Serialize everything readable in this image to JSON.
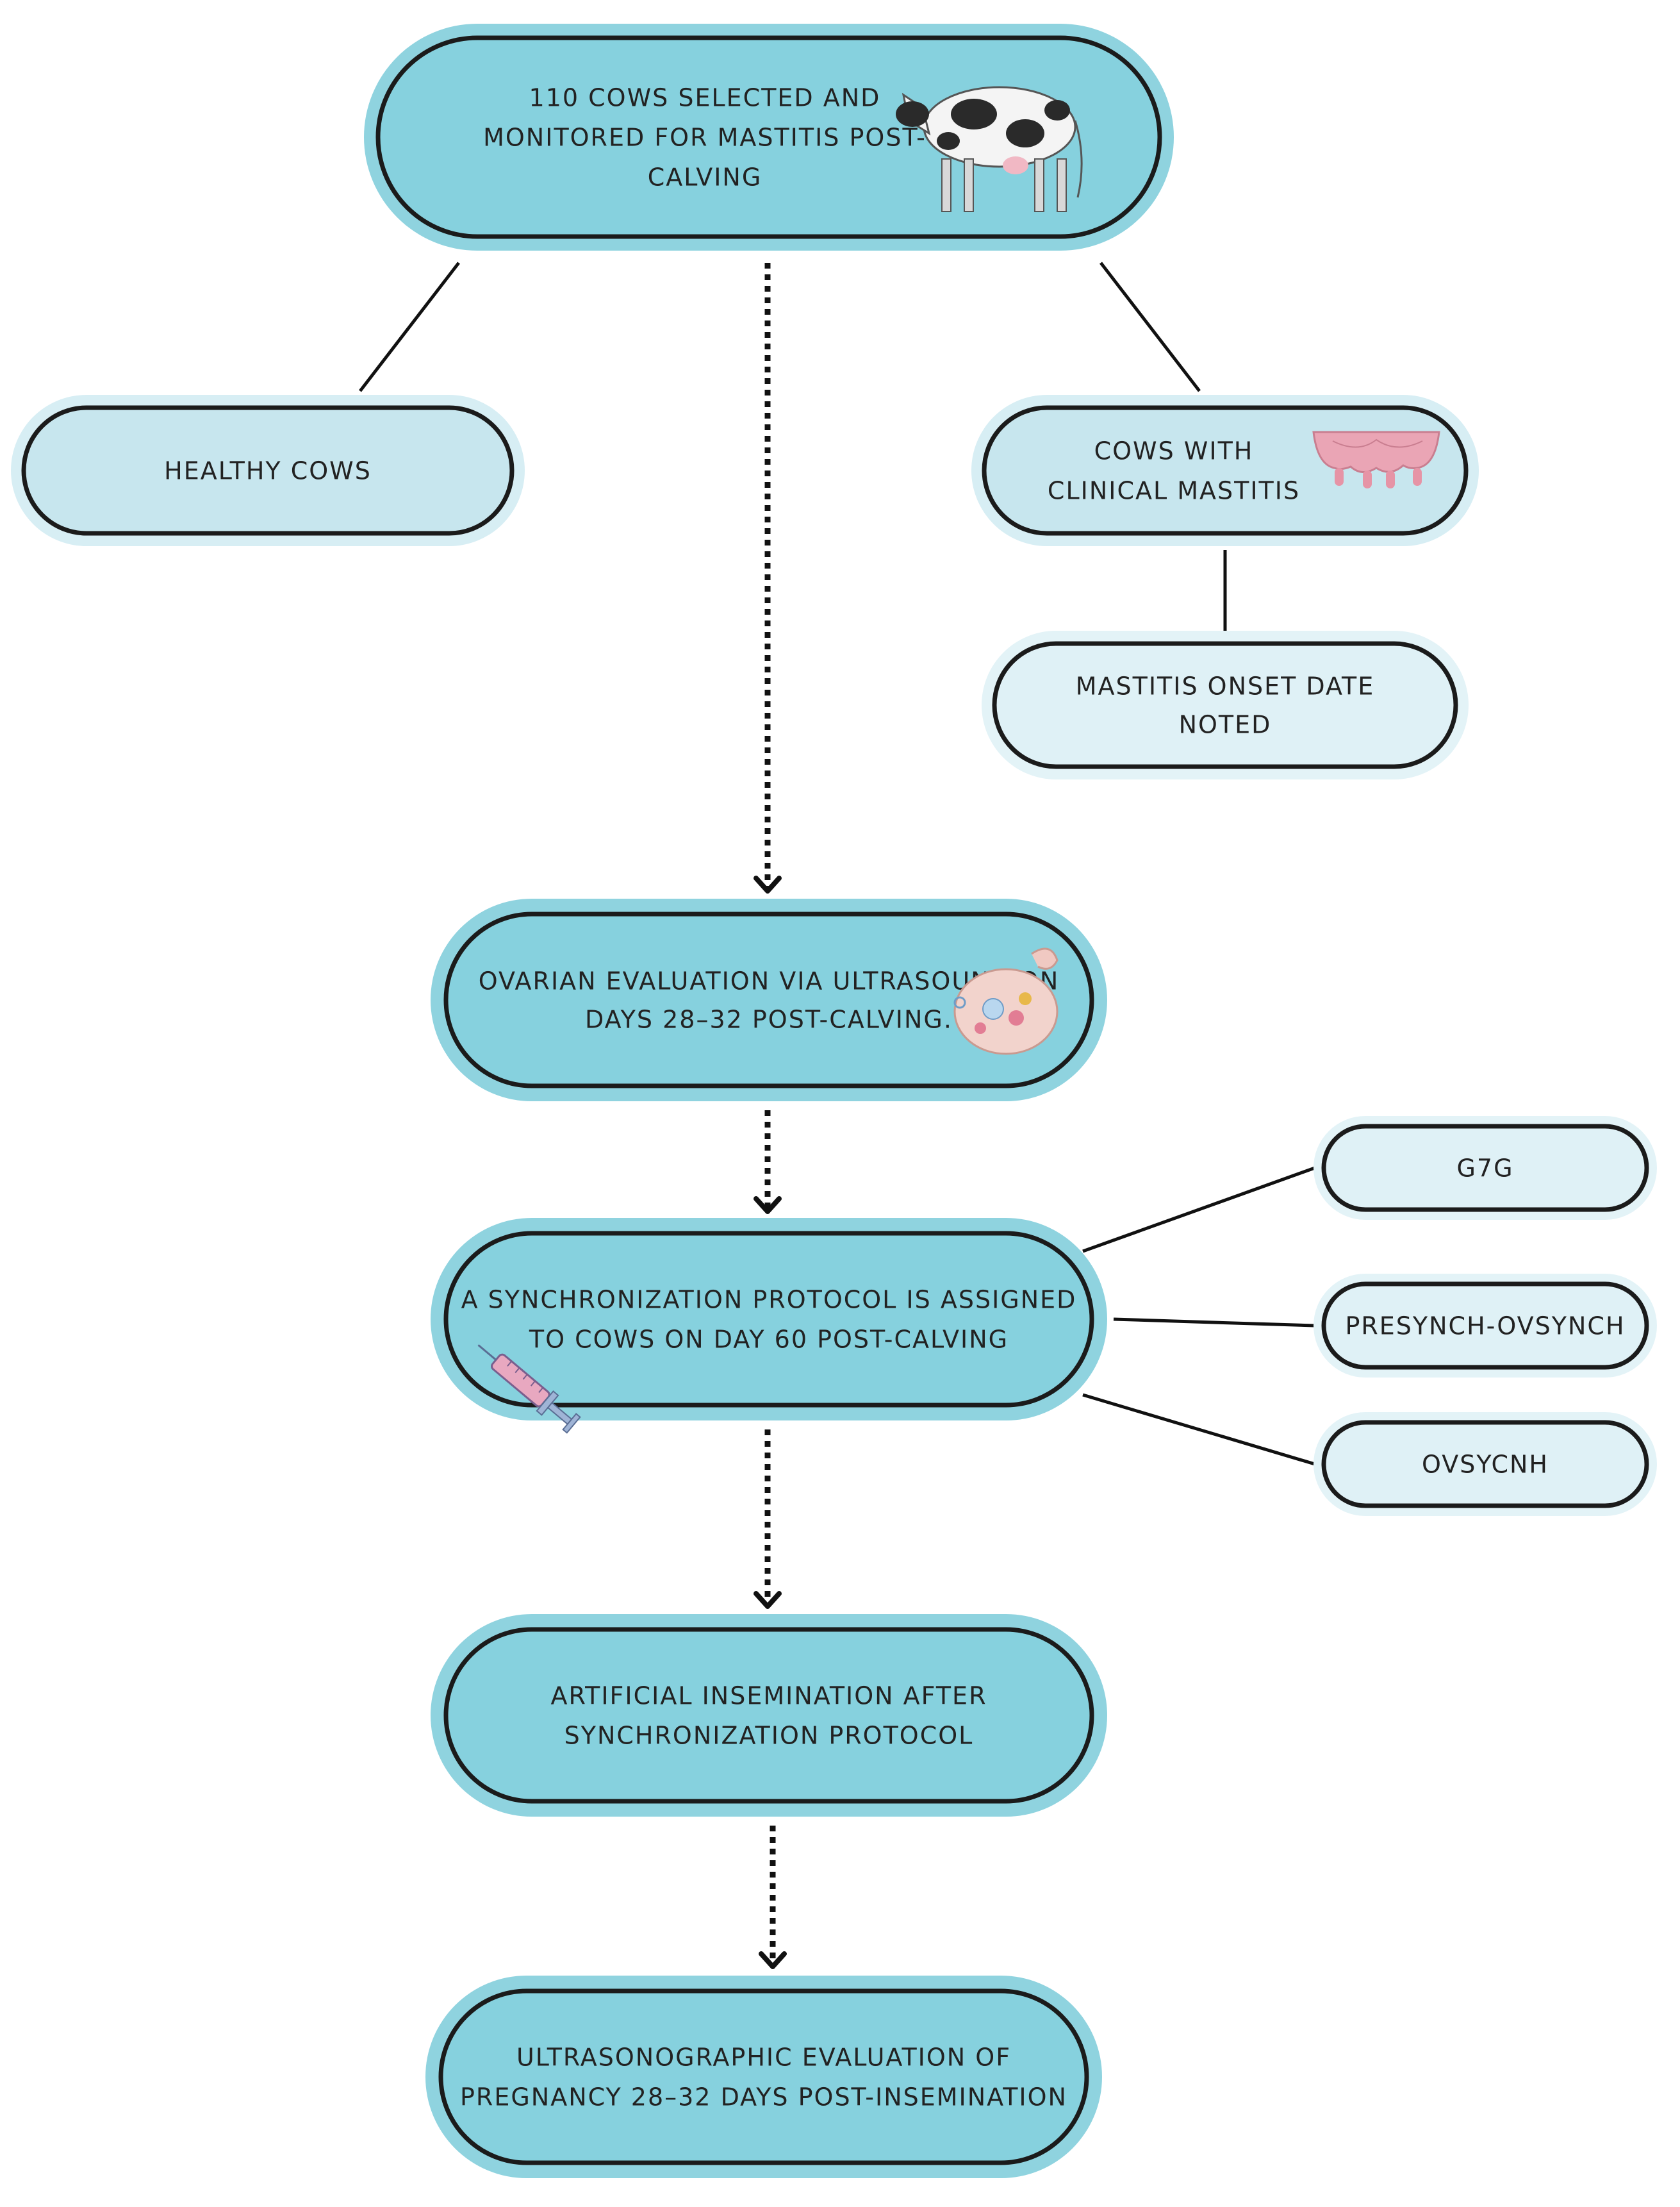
{
  "colors": {
    "main_fill": "#86d1de",
    "main_halo": "#8fd3df",
    "light_fill": "#c7e6ee",
    "light_halo": "#d7eef4",
    "pale_fill": "#dff1f6",
    "pale_halo": "#e3f3f7",
    "stroke": "#1b1b1b",
    "connector": "#111111"
  },
  "nodes": {
    "selection": {
      "lines": [
        "110 COWS SELECTED AND",
        "MONITORED FOR MASTITIS POST-",
        "CALVING"
      ],
      "icon": "cow-icon"
    },
    "healthy": {
      "lines": [
        "HEALTHY COWS"
      ]
    },
    "mastitis": {
      "lines": [
        "COWS WITH",
        "CLINICAL MASTITIS"
      ],
      "icon": "udder-icon"
    },
    "onset": {
      "lines": [
        "MASTITIS ONSET DATE",
        "NOTED"
      ]
    },
    "ovarian": {
      "lines": [
        "OVARIAN EVALUATION VIA ULTRASOUND ON",
        "DAYS 28–32 POST-CALVING."
      ],
      "icon": "ovary-icon"
    },
    "sync": {
      "lines": [
        "A SYNCHRONIZATION PROTOCOL IS ASSIGNED",
        "TO COWS ON DAY 60 POST-CALVING"
      ],
      "icon": "syringe-icon"
    },
    "g7g": {
      "lines": [
        "G7G"
      ]
    },
    "presynch": {
      "lines": [
        "PRESYNCH-OVSYNCH"
      ]
    },
    "ovsycnh": {
      "lines": [
        "OVSYCNH"
      ]
    },
    "insemination": {
      "lines": [
        "ARTIFICIAL INSEMINATION AFTER",
        "SYNCHRONIZATION PROTOCOL"
      ]
    },
    "pregnancy": {
      "lines": [
        "ULTRASONOGRAPHIC EVALUATION OF",
        "PREGNANCY 28–32 DAYS POST-INSEMINATION"
      ]
    }
  }
}
